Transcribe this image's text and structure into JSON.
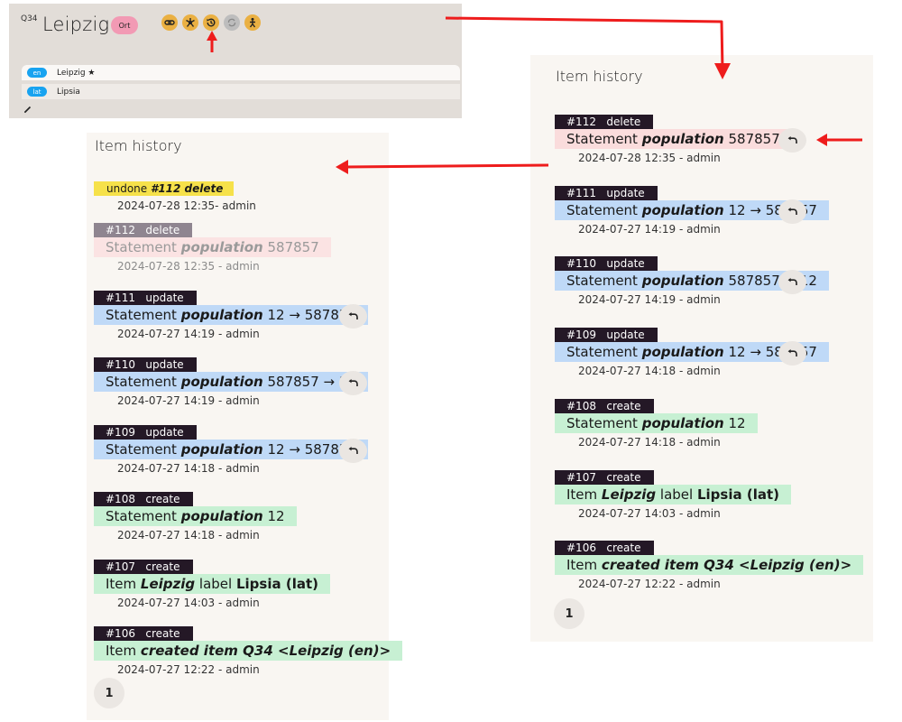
{
  "item": {
    "qid": "Q34",
    "title": "Leipzig",
    "type_label": "Ort",
    "tool_icons": [
      "link-icon",
      "graph-icon",
      "history-icon",
      "sync-icon",
      "person-icon"
    ],
    "labels": [
      {
        "lang": "en",
        "text": "Leipzig ★"
      },
      {
        "lang": "lat",
        "text": "Lipsia"
      }
    ],
    "edit_icon": "pencil-icon"
  },
  "history_after": {
    "title": "Item history",
    "entries": [
      {
        "tag_pre": "undone ",
        "tag_em": "#112 delete",
        "kind": "undone",
        "body": [],
        "meta": "2024-07-28 12:35- admin",
        "undo": false
      },
      {
        "tag": "#112   delete",
        "kind": "faded",
        "body": [
          "Statement ",
          {
            "em": "population"
          },
          " 587857"
        ],
        "meta": "2024-07-28 12:35 - admin",
        "undo": false
      },
      {
        "tag": "#111   update",
        "kind": "update",
        "body": [
          "Statement ",
          {
            "em": "population"
          },
          " 12 → 587857"
        ],
        "meta": "2024-07-27 14:19 - admin",
        "undo": true
      },
      {
        "tag": "#110   update",
        "kind": "update",
        "body": [
          "Statement ",
          {
            "em": "population"
          },
          " 587857 → 12"
        ],
        "meta": "2024-07-27 14:19 - admin",
        "undo": true
      },
      {
        "tag": "#109   update",
        "kind": "update",
        "body": [
          "Statement ",
          {
            "em": "population"
          },
          " 12 → 587857"
        ],
        "meta": "2024-07-27 14:18 - admin",
        "undo": true
      },
      {
        "tag": "#108   create",
        "kind": "create",
        "body": [
          "Statement ",
          {
            "em": "population"
          },
          " 12"
        ],
        "meta": "2024-07-27 14:18 - admin",
        "undo": false
      },
      {
        "tag": "#107   create",
        "kind": "create",
        "body": [
          "Item ",
          {
            "em": "Leipzig"
          },
          " label ",
          {
            "strong": "Lipsia (lat)"
          }
        ],
        "meta": "2024-07-27 14:03 - admin",
        "undo": false
      },
      {
        "tag": "#106   create",
        "kind": "create",
        "body": [
          "Item ",
          {
            "em": "created item Q34 <Leipzig (en)>"
          }
        ],
        "meta": "2024-07-27 12:22 - admin",
        "undo": false
      }
    ],
    "page": "1"
  },
  "history_before": {
    "title": "Item history",
    "entries": [
      {
        "tag": "#112   delete",
        "kind": "delete",
        "body": [
          "Statement ",
          {
            "em": "population"
          },
          " 587857"
        ],
        "meta": "2024-07-28 12:35 - admin",
        "undo": true
      },
      {
        "tag": "#111   update",
        "kind": "update",
        "body": [
          "Statement ",
          {
            "em": "population"
          },
          " 12 → 587857"
        ],
        "meta": "2024-07-27 14:19 - admin",
        "undo": true
      },
      {
        "tag": "#110   update",
        "kind": "update",
        "body": [
          "Statement ",
          {
            "em": "population"
          },
          " 587857 → 12"
        ],
        "meta": "2024-07-27 14:19 - admin",
        "undo": true
      },
      {
        "tag": "#109   update",
        "kind": "update",
        "body": [
          "Statement ",
          {
            "em": "population"
          },
          " 12 → 587857"
        ],
        "meta": "2024-07-27 14:18 - admin",
        "undo": true
      },
      {
        "tag": "#108   create",
        "kind": "create",
        "body": [
          "Statement ",
          {
            "em": "population"
          },
          " 12"
        ],
        "meta": "2024-07-27 14:18 - admin",
        "undo": false
      },
      {
        "tag": "#107   create",
        "kind": "create",
        "body": [
          "Item ",
          {
            "em": "Leipzig"
          },
          " label ",
          {
            "strong": "Lipsia (lat)"
          }
        ],
        "meta": "2024-07-27 14:03 - admin",
        "undo": false
      },
      {
        "tag": "#106   create",
        "kind": "create",
        "body": [
          "Item ",
          {
            "em": "created item Q34 <Leipzig (en)>"
          }
        ],
        "meta": "2024-07-27 12:22 - admin",
        "undo": false
      }
    ],
    "page": "1"
  },
  "colors": {
    "accent_orange": "#eab042",
    "type_pink": "#f29ab4",
    "lang_blue": "#18a3f0",
    "annotation_red": "#ee1c1c",
    "tag_dark": "#241826",
    "update_blue": "#bfd9f7",
    "create_green": "#c7f0d3",
    "delete_pink": "#fadcdc",
    "undone_yellow": "#f6e14a"
  }
}
